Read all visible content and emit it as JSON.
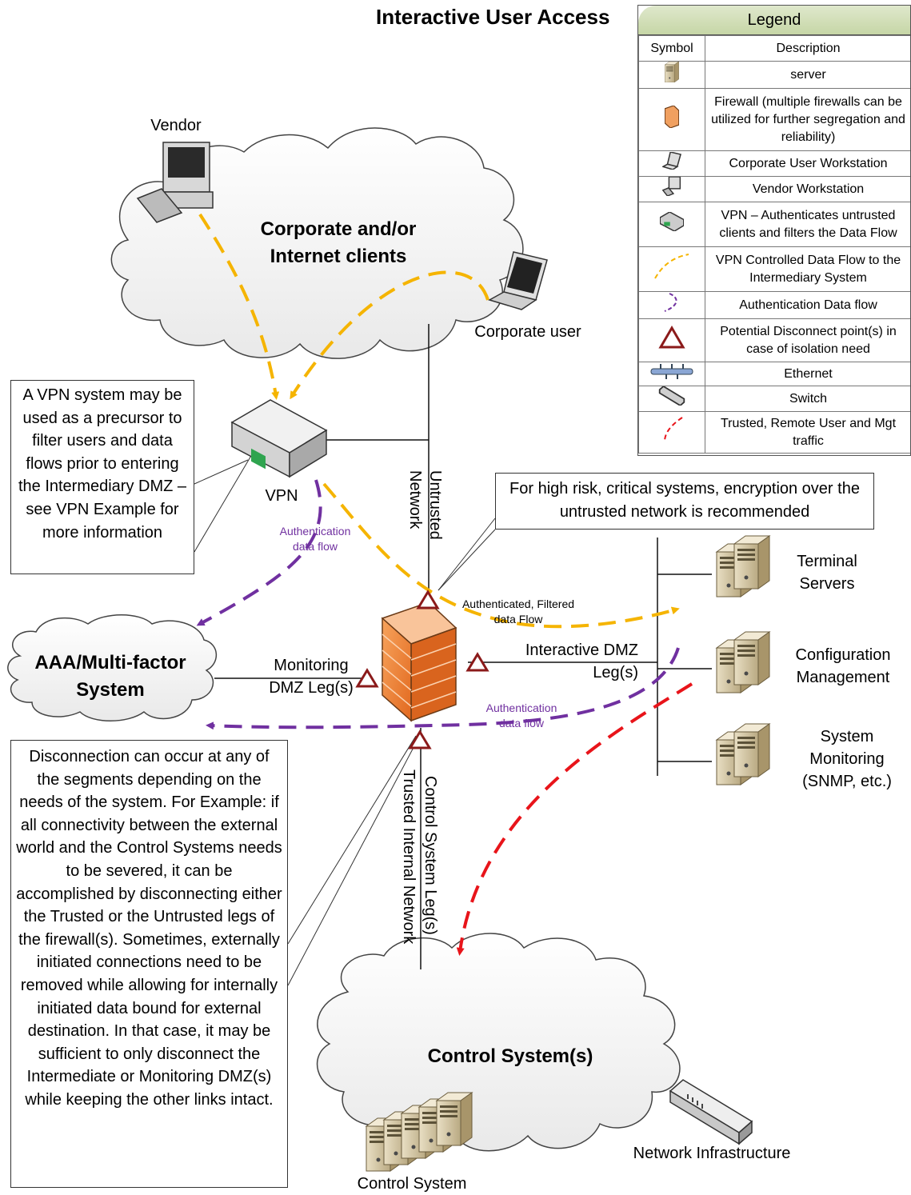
{
  "title": "Interactive User Access",
  "legend": {
    "title": "Legend",
    "col_symbol": "Symbol",
    "col_description": "Description",
    "rows": [
      {
        "icon": "server-icon",
        "description": "server"
      },
      {
        "icon": "firewall-icon",
        "description": "Firewall (multiple firewalls can be utilized for further segregation and reliability)"
      },
      {
        "icon": "laptop-icon",
        "description": "Corporate User Workstation"
      },
      {
        "icon": "vendor-workstation-icon",
        "description": "Vendor Workstation"
      },
      {
        "icon": "vpn-device-icon",
        "description": "VPN – Authenticates untrusted clients and filters the Data Flow"
      },
      {
        "icon": "yellow-dashed-arrow-icon",
        "description": "VPN Controlled Data Flow to the Intermediary System"
      },
      {
        "icon": "purple-dashed-arrow-icon",
        "description": "Authentication Data flow"
      },
      {
        "icon": "red-triangle-icon",
        "description": "Potential Disconnect point(s) in case of isolation need"
      },
      {
        "icon": "ethernet-bus-icon",
        "description": "Ethernet"
      },
      {
        "icon": "switch-icon",
        "description": "Switch"
      },
      {
        "icon": "red-dashed-arrow-icon",
        "description": "Trusted, Remote User and Mgt traffic"
      }
    ]
  },
  "nodes": {
    "vendor": "Vendor",
    "corporate_cloud": "Corporate and/or Internet clients",
    "corporate_user": "Corporate user",
    "vpn": "VPN",
    "aaa": "AAA/Multi-factor System",
    "terminal_servers": "Terminal Servers",
    "config_mgmt": "Configuration Management",
    "system_monitoring": "System Monitoring (SNMP, etc.)",
    "control_cloud": "Control System(s)",
    "control_system": "Control System",
    "network_infrastructure": "Network Infrastructure"
  },
  "links": {
    "untrusted_network": "Untrusted Network",
    "monitoring_dmz": "Monitoring DMZ Leg(s)",
    "interactive_dmz": "Interactive DMZ Leg(s)",
    "control_system_legs": "Control System Leg(s)",
    "trusted_internal": "Trusted Internal Network",
    "auth_flow_top": "Authentication data flow",
    "auth_flow_bottom": "Authentication data flow",
    "authenticated_filtered": "Authenticated, Filtered data Flow"
  },
  "notes": {
    "vpn_note": "A VPN system may be used as a precursor to filter users and data flows prior to entering the Intermediary DMZ – see VPN Example for more information",
    "encryption_note": "For high risk, critical systems, encryption over the untrusted network is recommended",
    "disconnect_note": "Disconnection can occur at any of the segments depending on the needs of the system. For Example: if all connectivity between the external world and the Control Systems needs to be severed, it can be accomplished by disconnecting either the Trusted or the Untrusted legs of the firewall(s). Sometimes, externally initiated connections need to be removed while allowing for internally initiated data bound for external destination. In that case, it may be sufficient to only disconnect the Intermediate or Monitoring DMZ(s) while keeping the other links intact."
  },
  "colors": {
    "vpn_flow": "#f5b400",
    "auth_flow": "#7030a0",
    "trusted_flow": "#e8141a",
    "disconnect": "#8b1a1a"
  }
}
